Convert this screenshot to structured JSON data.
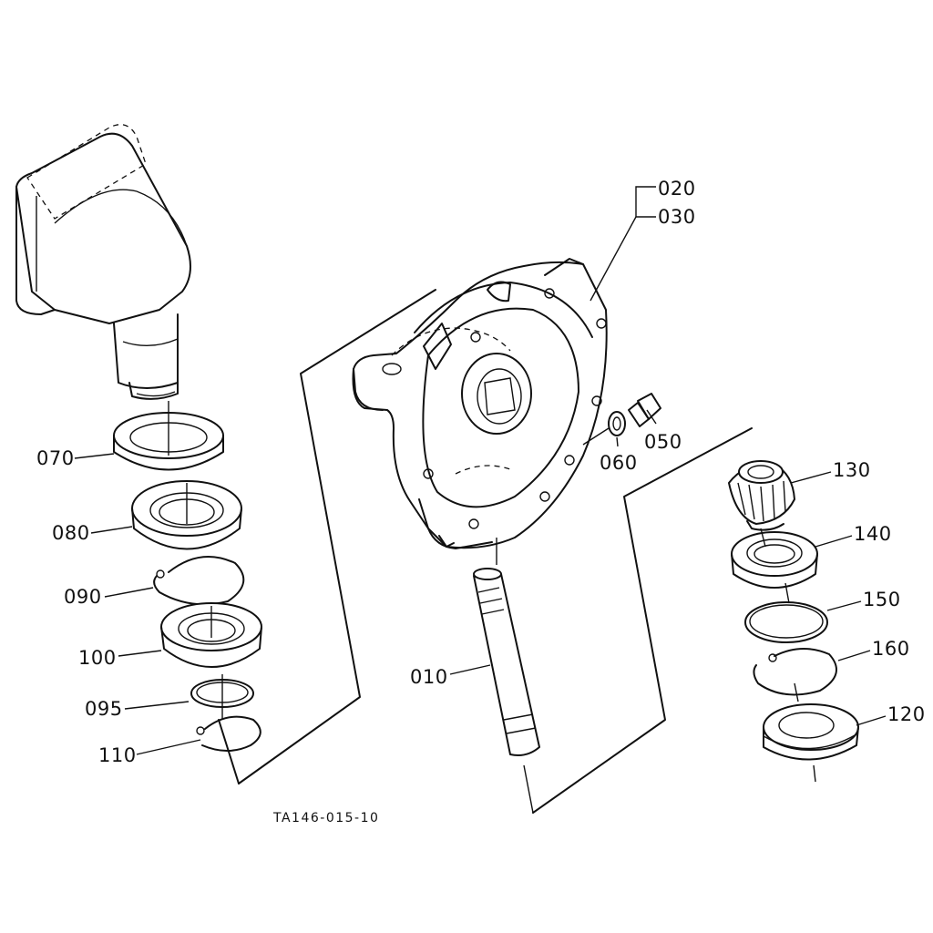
{
  "diagram_code": "TA146-015-10",
  "parts": [
    {
      "id": "p010",
      "label": "010"
    },
    {
      "id": "p020",
      "label": "020"
    },
    {
      "id": "p030",
      "label": "030"
    },
    {
      "id": "p050",
      "label": "050"
    },
    {
      "id": "p060",
      "label": "060"
    },
    {
      "id": "p070",
      "label": "070"
    },
    {
      "id": "p080",
      "label": "080"
    },
    {
      "id": "p090",
      "label": "090"
    },
    {
      "id": "p095",
      "label": "095"
    },
    {
      "id": "p100",
      "label": "100"
    },
    {
      "id": "p110",
      "label": "110"
    },
    {
      "id": "p120",
      "label": "120"
    },
    {
      "id": "p130",
      "label": "130"
    },
    {
      "id": "p140",
      "label": "140"
    },
    {
      "id": "p150",
      "label": "150"
    },
    {
      "id": "p160",
      "label": "160"
    }
  ]
}
